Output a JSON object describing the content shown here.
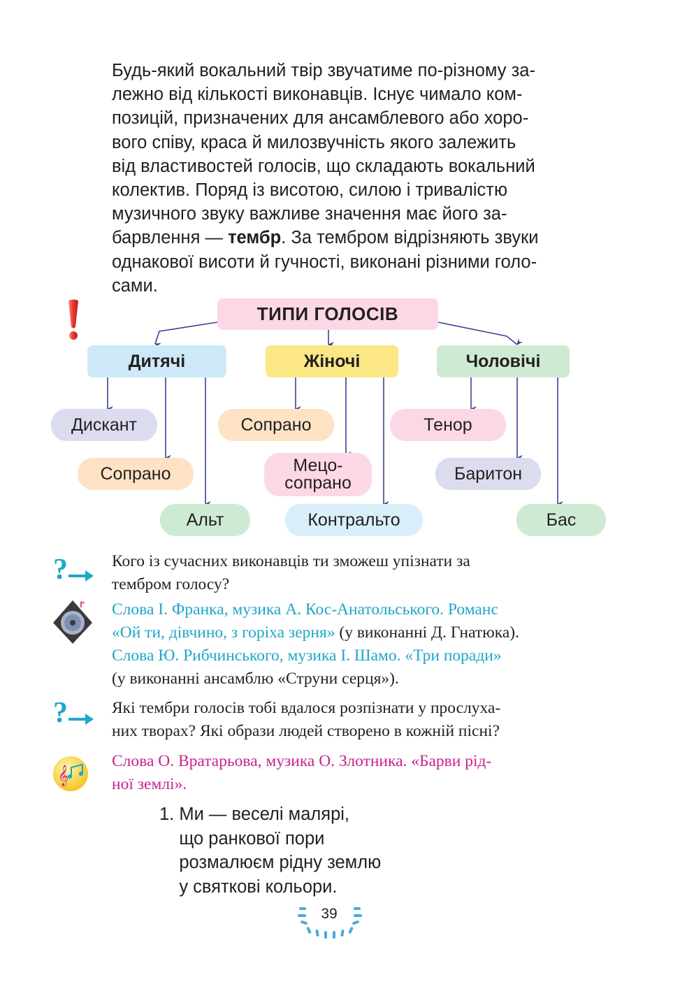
{
  "intro": {
    "lines": [
      "Будь-який вокальний твір звучатиме по-різному за-",
      "лежно від кількості виконавців. Існує чимало ком-",
      "позицій, призначених для ансамблевого або хоро-",
      "вого співу, краса й милозвучність якого залежить",
      "від властивостей голосів, що складають вокальний",
      "колектив. Поряд із висотою, силою і тривалістю",
      "музичного звуку важливе значення має його за-"
    ],
    "line8_before": "барвлення — ",
    "line8_term": "тембр",
    "line8_after": ". За тембром відрізняють звуки",
    "line9": "однакової висоти й гучності, виконані різними голо-",
    "line10": "сами."
  },
  "diagram": {
    "root": "ТИПИ ГОЛОСІВ",
    "categories": [
      "Дитячі",
      "Жіночі",
      "Чоловічі"
    ],
    "children": {
      "diskant": "Дискант",
      "soprano_child": "Сопрано",
      "alt": "Альт",
      "soprano": "Сопрано",
      "mezzo_line1": "Мецо-",
      "mezzo_line2": "сопрано",
      "contralto": "Контральто",
      "tenor": "Тенор",
      "baritone": "Баритон",
      "bass": "Бас"
    },
    "colors": {
      "arrow": "#3d3f95",
      "root_bg": "#fcd8e6",
      "child_bg": "#cde9f8",
      "female_bg": "#fbe784",
      "male_bg": "#cfead3"
    }
  },
  "question1": {
    "line1": "Кого із сучасних виконавців ти зможеш упізнати за",
    "line2": "тембром голосу?"
  },
  "listen": {
    "line1": "Слова І. Франка, музика А. Кос-Анатольського. Романс",
    "line2_cyan": "«Ой ти, дівчино, з горіха зерня»",
    "line2_black": " (у виконанні Д. Гнатюка).",
    "line3": "Слова Ю. Рибчинського, музика І. Шамо. «Три поради»",
    "line4": "(у виконанні ансамблю «Струни серця»)."
  },
  "question2": {
    "line1": "Які тембри голосів тобі вдалося розпізнати у прослуха-",
    "line2": "них творах? Які образи людей створено в кожній пісні?"
  },
  "sing": {
    "line1": "Слова О. Вратарьова, музика О. Злотника. «Барви рід-",
    "line2": "ної землі»."
  },
  "poem": {
    "lines": [
      "1. Ми — веселі малярі,",
      "    що ранкової пори",
      "    розмалюєм рідну землю",
      "    у святкові кольори."
    ]
  },
  "page_number": "39"
}
